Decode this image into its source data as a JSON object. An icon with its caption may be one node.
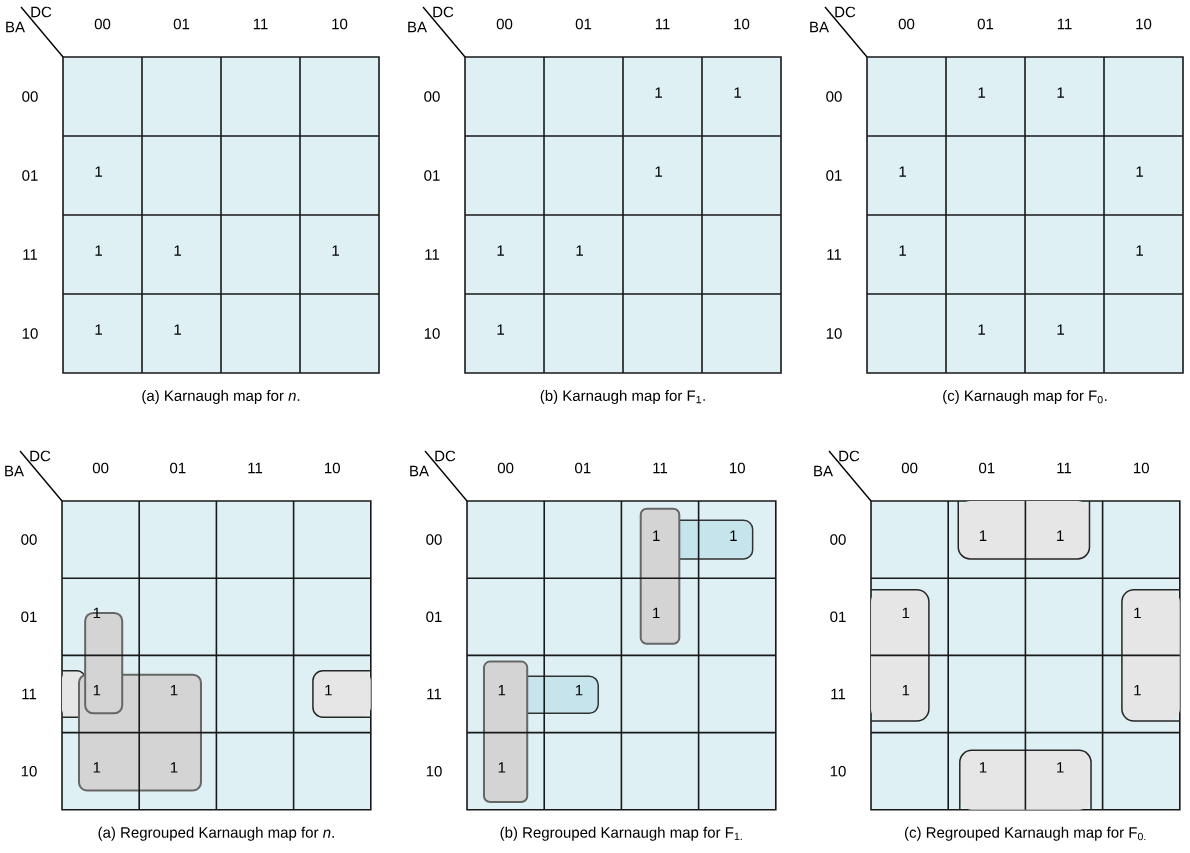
{
  "diagram": {
    "labels": [
      "DC",
      "BA",
      "00",
      "01",
      "11",
      "10",
      "00",
      "01",
      "11",
      "10",
      "1",
      "1",
      "1",
      "1",
      "1",
      "1",
      "(a) Karnaugh map for *n*.",
      "DC",
      "BA",
      "00",
      "01",
      "11",
      "10",
      "00",
      "01",
      "11",
      "10",
      "1",
      "1",
      "1",
      "1",
      "1",
      "1",
      "(b) Karnaugh map for F$_{1}$.",
      "DC",
      "BA",
      "00",
      "01",
      "11",
      "10",
      "00",
      "01",
      "11",
      "10",
      "1",
      "1",
      "1",
      "1",
      "1",
      "1",
      "1",
      "1",
      "(c) Karnaugh map for F$_{0}$.",
      "DC",
      "BA",
      "00",
      "01",
      "11",
      "10",
      "00",
      "01",
      "11",
      "10",
      "1",
      "1",
      "1",
      "1",
      "1",
      "1",
      "(a) Regrouped Karnaugh map for *n*.",
      "DC",
      "BA",
      "00",
      "01",
      "11",
      "10",
      "00",
      "01",
      "11",
      "10",
      "1",
      "1",
      "1",
      "1",
      "1",
      "1",
      "(b) Regrouped Karnaugh map for F$_{1.}$",
      "DC",
      "BA",
      "00",
      "01",
      "11",
      "10",
      "00",
      "01",
      "11",
      "10",
      "1",
      "1",
      "1",
      "1",
      "1",
      "1",
      "1",
      "1",
      "(c) Regrouped Karnaugh map for F$_{0.}$"
    ]
  }
}
